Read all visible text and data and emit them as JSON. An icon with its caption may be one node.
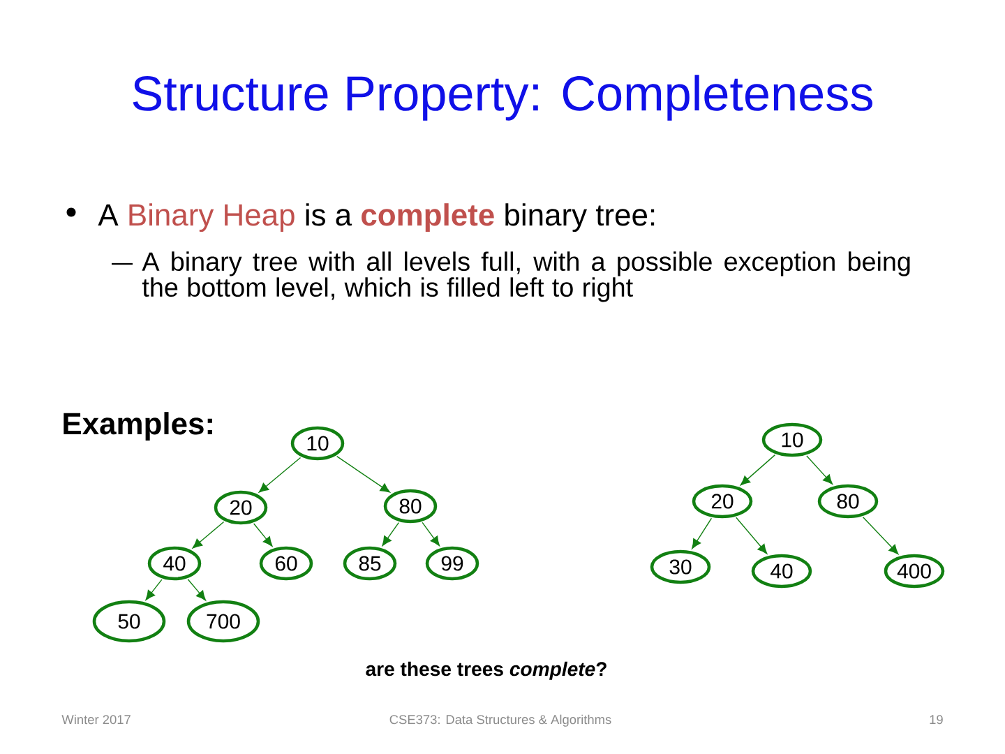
{
  "diagram": {
    "title": "Structure Property: Completeness",
    "nodes": [
      {
        "text": [
          "10"
        ]
      },
      {
        "text": [
          "20"
        ]
      },
      {
        "text": [
          "80"
        ]
      },
      {
        "text": [
          "40"
        ]
      },
      {
        "text": [
          "60"
        ]
      },
      {
        "text": [
          "85"
        ]
      },
      {
        "text": [
          "99"
        ]
      },
      {
        "text": [
          "50"
        ]
      },
      {
        "text": [
          "700"
        ]
      },
      {
        "text": [
          "10"
        ]
      },
      {
        "text": [
          "20"
        ]
      },
      {
        "text": [
          "80"
        ]
      },
      {
        "text": [
          "30"
        ]
      },
      {
        "text": [
          "40"
        ]
      },
      {
        "text": [
          "400"
        ]
      }
    ],
    "edges": [
      {
        "from": 0,
        "to": 1,
        "arrow": "to"
      },
      {
        "from": 0,
        "to": 2,
        "arrow": "to"
      },
      {
        "from": 1,
        "to": 3,
        "arrow": "to"
      },
      {
        "from": 1,
        "to": 4,
        "arrow": "to"
      },
      {
        "from": 2,
        "to": 5,
        "arrow": "to"
      },
      {
        "from": 2,
        "to": 6,
        "arrow": "to"
      },
      {
        "from": 3,
        "to": 7,
        "arrow": "to"
      },
      {
        "from": 3,
        "to": 8,
        "arrow": "to"
      },
      {
        "from": 9,
        "to": 10,
        "arrow": "to"
      },
      {
        "from": 9,
        "to": 11,
        "arrow": "to"
      },
      {
        "from": 10,
        "to": 12,
        "arrow": "to"
      },
      {
        "from": 10,
        "to": 13,
        "arrow": "to"
      },
      {
        "from": 11,
        "to": 14,
        "arrow": "to"
      }
    ],
    "labels": [
      "A",
      "Binary Heap",
      "is a",
      "complete",
      "binary tree:",
      "A binary tree with all levels full, with a possible exception being the bottom level, which is filled left to right",
      "Examples:",
      "are these trees *complete*?",
      "Winter 2017",
      "CSE373: Data Structures & Algorithms",
      "19"
    ]
  }
}
